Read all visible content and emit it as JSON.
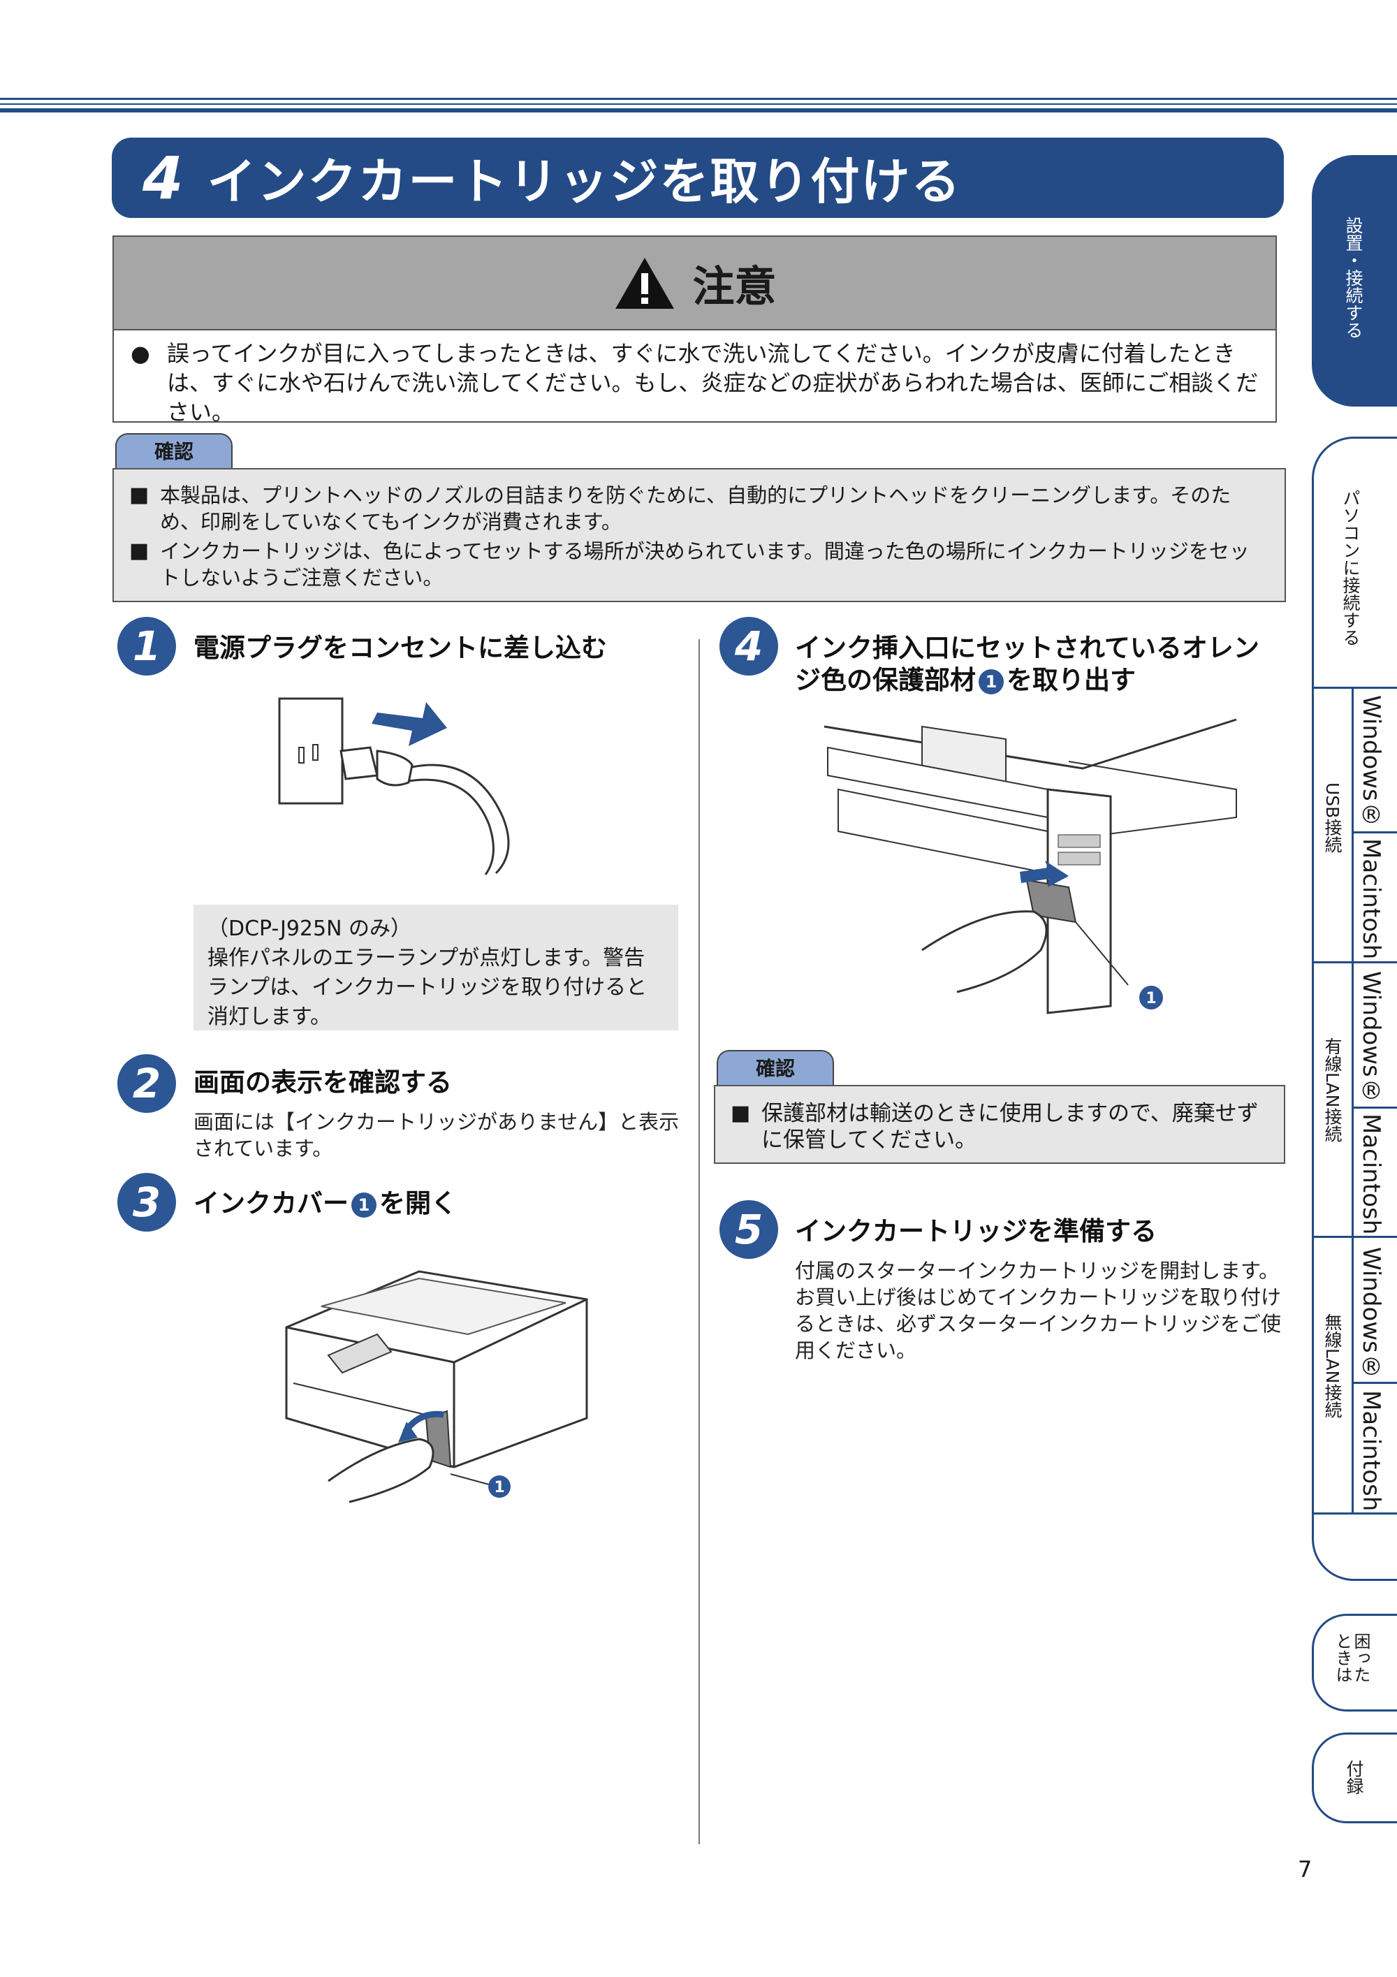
{
  "title": {
    "number": "4",
    "text": "インクカートリッジを取り付ける"
  },
  "caution": {
    "label": "注意",
    "text": "誤ってインクが目に入ってしまったときは、すぐに水で洗い流してください。インクが皮膚に付着したときは、すぐに水や石けんで洗い流してください。もし、炎症などの症状があらわれた場合は、医師にご相談ください。"
  },
  "kakunin_top": {
    "label": "確認",
    "items": [
      "本製品は、プリントヘッドのノズルの目詰まりを防ぐために、自動的にプリントヘッドをクリーニングします。そのため、印刷をしていなくてもインクが消費されます。",
      "インクカートリッジは、色によってセットする場所が決められています。間違った色の場所にインクカートリッジをセットしないようご注意ください。"
    ]
  },
  "steps": {
    "s1": {
      "num": "1",
      "title": "電源プラグをコンセントに差し込む",
      "note_model": "（DCP-J925N のみ）",
      "note_text": "操作パネルのエラーランプが点灯します。警告ランプは、インクカートリッジを取り付けると消灯します。"
    },
    "s2": {
      "num": "2",
      "title": "画面の表示を確認する",
      "text": "画面には【インクカートリッジがありません】と表示されています。"
    },
    "s3": {
      "num": "3",
      "title_a": "インクカバー",
      "badge": "1",
      "title_b": "を開く",
      "callout": "1"
    },
    "s4": {
      "num": "4",
      "title_a": "インク挿入口にセットされているオレンジ色の保護部材",
      "badge": "1",
      "title_b": "を取り出す",
      "callout": "1"
    },
    "s5": {
      "num": "5",
      "title": "インクカートリッジを準備する",
      "text": "付属のスターターインクカートリッジを開封します。お買い上げ後はじめてインクカートリッジを取り付けるときは、必ずスターターインクカートリッジをご使用ください。"
    }
  },
  "kakunin_right": {
    "label": "確認",
    "item": "保護部材は輸送のときに使用しますので、廃棄せずに保管してください。"
  },
  "sidebar": {
    "install": "設置・接続する",
    "pc": "パソコンに接続する",
    "usb": "USB接続",
    "wired": "有線LAN接続",
    "wireless": "無線LAN接続",
    "windows": "Windows®",
    "macintosh": "Macintosh",
    "trouble": "困ったときは",
    "appendix": "付録"
  },
  "page_number": "7",
  "colors": {
    "brand_blue": "#244b85",
    "tab_blue": "#8ea8d6",
    "gray_box": "#e6e6e6"
  }
}
